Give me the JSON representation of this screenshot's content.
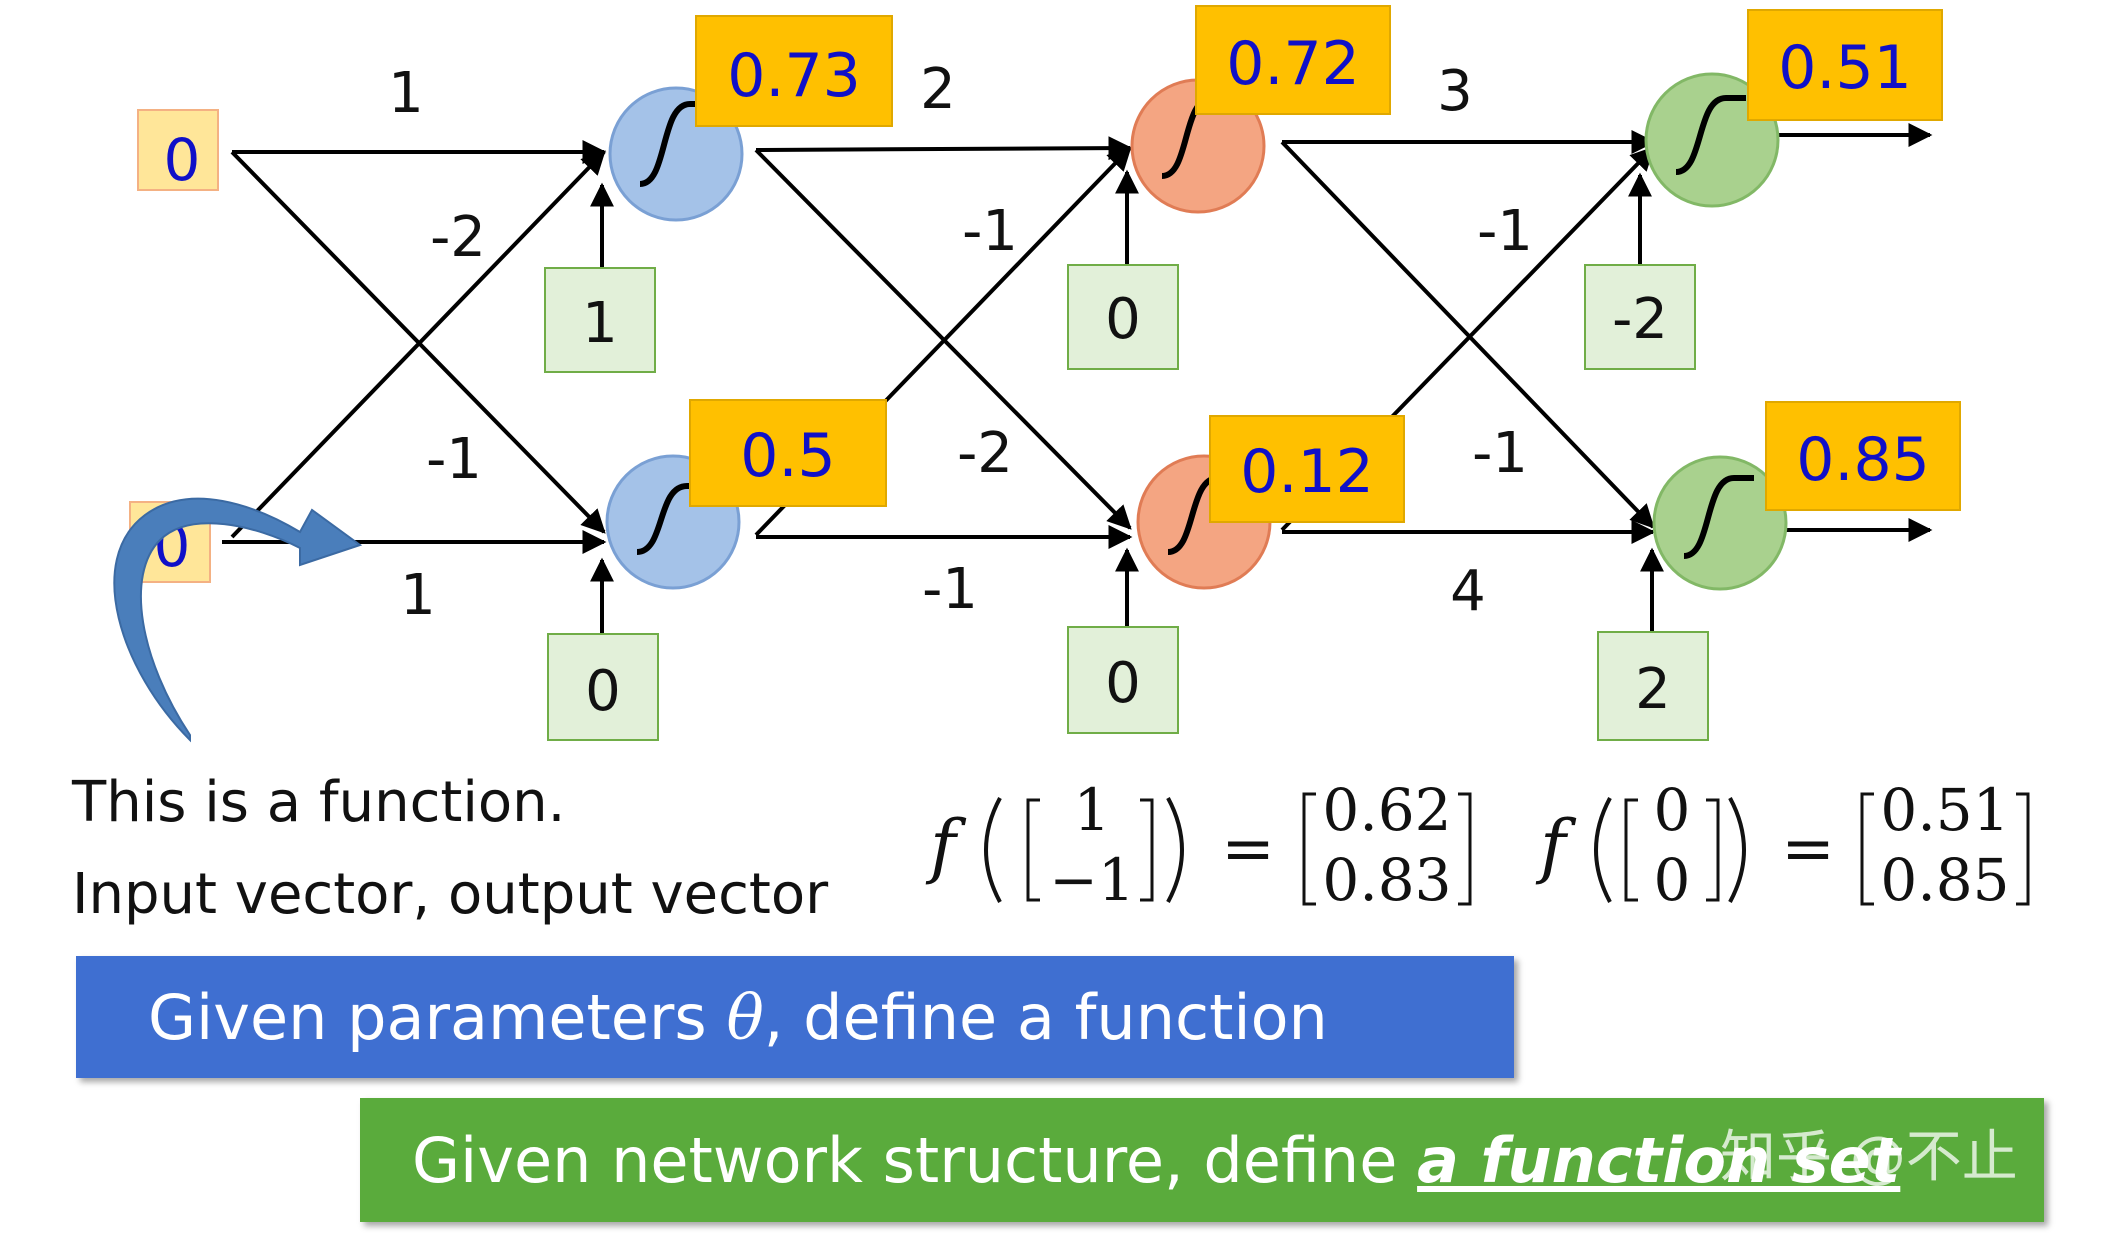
{
  "input_values": [
    "0",
    "0"
  ],
  "weights": {
    "layer1": [
      "1",
      "-2",
      "-1",
      "1"
    ],
    "layer2": [
      "2",
      "-1",
      "-2",
      "-1"
    ],
    "layer3": [
      "3",
      "-1",
      "-1",
      "4"
    ]
  },
  "biases": {
    "layer1": [
      "1",
      "0"
    ],
    "layer2": [
      "0",
      "0"
    ],
    "layer3": [
      "-2",
      "2"
    ]
  },
  "activations": {
    "layer1": [
      "0.73",
      "0.5"
    ],
    "layer2": [
      "0.72",
      "0.12"
    ],
    "layer3": [
      "0.51",
      "0.85"
    ]
  },
  "colors": {
    "layer1_neuron": "#a4c2e8",
    "layer2_neuron": "#f4a582",
    "layer3_neuron": "#a9d18e",
    "output_box": "#ffc000",
    "output_text": "#1010c8",
    "input_box": "#ffe699",
    "bias_box": "#e2f0d9",
    "bias_border": "#70ad47",
    "blue_banner": "#3f6fd1",
    "green_banner": "#5aab3c",
    "arrow_blue": "#4a7ebb"
  },
  "caption": {
    "line1": "This is a function.",
    "line2": "Input vector, output vector"
  },
  "equations": {
    "eq1": {
      "f": "f",
      "input": [
        "1",
        "−1"
      ],
      "equals": "=",
      "output": [
        "0.62",
        "0.83"
      ]
    },
    "eq2": {
      "f": "f",
      "input": [
        "0",
        "0"
      ],
      "equals": "=",
      "output": [
        "0.51",
        "0.85"
      ]
    }
  },
  "banners": {
    "blue": {
      "before": "Given parameters ",
      "symbol": "θ",
      "after": ", define a function"
    },
    "green": {
      "before": "Given network structure, define ",
      "emphasis": "a function set"
    }
  },
  "watermark": "知乎 @不止"
}
